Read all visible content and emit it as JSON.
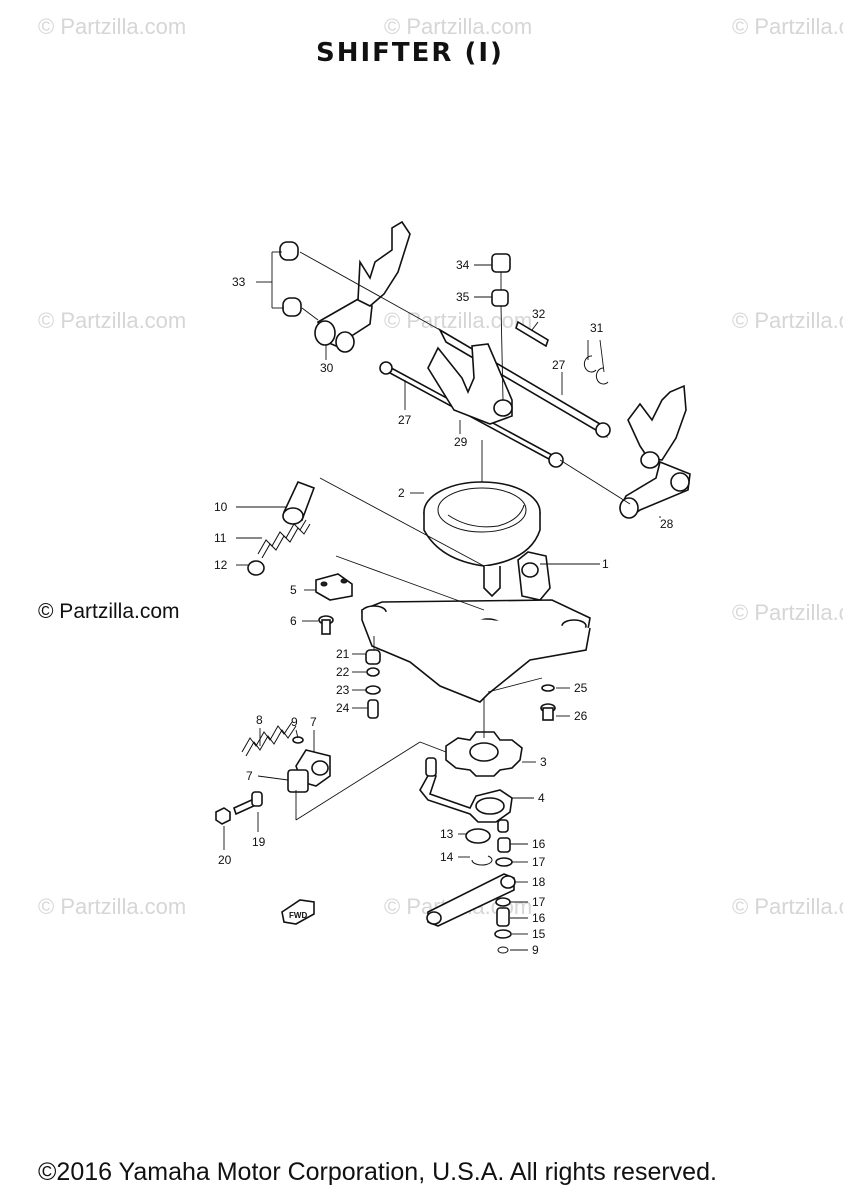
{
  "title": "SHIFTER (I)",
  "watermark": "© Partzilla.com",
  "copyright": "©2016 Yamaha Motor Corporation, U.S.A. All rights reserved.",
  "fwd_label": "FWD",
  "callouts": [
    "1",
    "2",
    "3",
    "4",
    "5",
    "6",
    "7",
    "7",
    "8",
    "9",
    "9",
    "10",
    "11",
    "12",
    "13",
    "14",
    "15",
    "16",
    "16",
    "17",
    "17",
    "18",
    "19",
    "20",
    "21",
    "22",
    "23",
    "24",
    "25",
    "26",
    "27",
    "27",
    "28",
    "29",
    "30",
    "31",
    "32",
    "33",
    "34",
    "35"
  ]
}
